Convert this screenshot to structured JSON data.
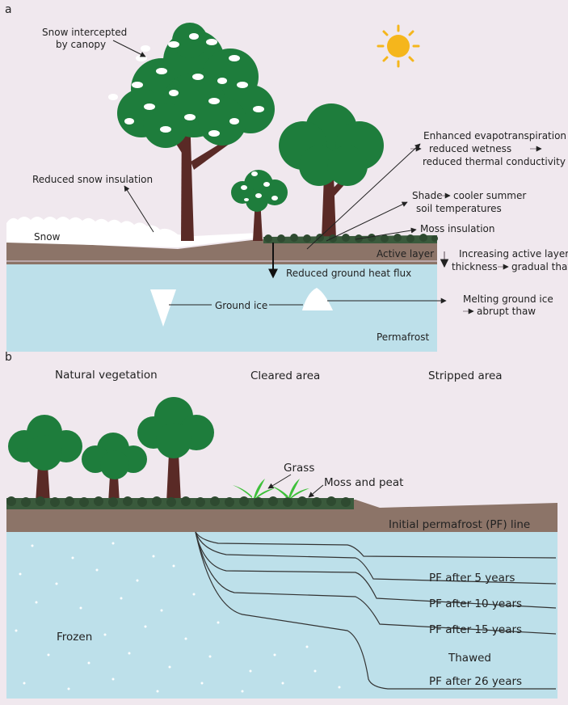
{
  "panel_a": {
    "letter": "a",
    "labels": {
      "snow_canopy_1": "Snow intercepted",
      "snow_canopy_2": "by canopy",
      "reduced_snow": "Reduced snow insulation",
      "snow": "Snow",
      "evapo_1": "Enhanced evapotranspiration",
      "evapo_2": "reduced wetness",
      "evapo_3": "reduced thermal conductivity",
      "shade_1": "Shade",
      "shade_2": "cooler summer",
      "shade_3": "soil temperatures",
      "moss_insulation": "Moss insulation",
      "active_layer": "Active layer",
      "increasing_1": "Increasing active layer",
      "increasing_2": "thickness",
      "increasing_3": "gradual thaw",
      "heat_flux": "Reduced ground heat flux",
      "ground_ice": "Ground ice",
      "melting_1": "Melting ground ice",
      "melting_2": "abrupt thaw",
      "permafrost": "Permafrost"
    }
  },
  "panel_b": {
    "letter": "b",
    "labels": {
      "natural": "Natural vegetation",
      "cleared": "Cleared area",
      "stripped": "Stripped area",
      "grass": "Grass",
      "moss_peat": "Moss and peat",
      "initial_pf": "Initial permafrost (PF) line",
      "pf5": "PF after 5 years",
      "pf10": "PF after 10 years",
      "pf15": "PF after 15 years",
      "thawed": "Thawed",
      "pf26": "PF after 26 years",
      "frozen": "Frozen"
    }
  },
  "colors": {
    "background": "#f0e8ee",
    "soil": "#8c7468",
    "permafrost": "#bde0ea",
    "leaf": "#1e7d3c",
    "trunk": "#5a2a26",
    "moss": "#3a5a3c",
    "sun": "#f5b61c"
  }
}
